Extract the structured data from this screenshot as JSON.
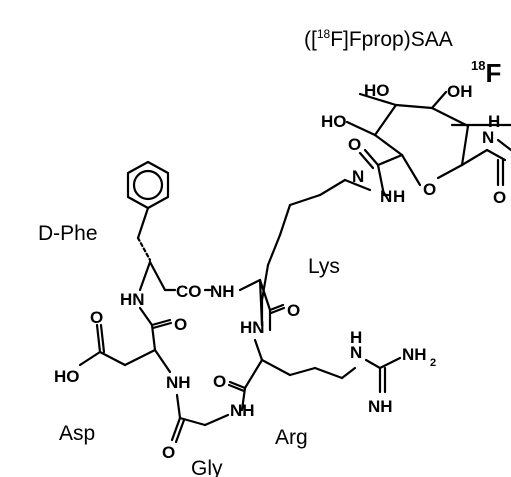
{
  "title": {
    "open": "([",
    "isotope": "18",
    "element": "F]Fprop)SAA"
  },
  "fluorine_label": {
    "isotope": "18",
    "element": "F"
  },
  "residues": {
    "phe": "D-Phe",
    "lys": "Lys",
    "asp": "Asp",
    "gly": "Gly",
    "arg": "Arg"
  },
  "atoms": {
    "ho1": "HO",
    "ho2": "HO",
    "oh": "OH",
    "o_sugar_carbonyl": "O",
    "o_ring": "O",
    "n_sugar": "N",
    "h_sugar_n": "H",
    "n_prop": "N",
    "h_prop": "H",
    "o_prop": "O",
    "co": "CO",
    "nh_top": "NH",
    "o_lys": "O",
    "hn_lys": "HN",
    "hn_phe": "HN",
    "o_phe": "O",
    "o_asp_acid": "O",
    "ho_asp": "HO",
    "nh_asp": "NH",
    "o_arg": "O",
    "nh_gly": "NH",
    "o_gly": "O",
    "h_guan": "H",
    "n_guan": "N",
    "nh2_n": "NH",
    "nh2_sub": "2",
    "nh_guan": "NH"
  }
}
